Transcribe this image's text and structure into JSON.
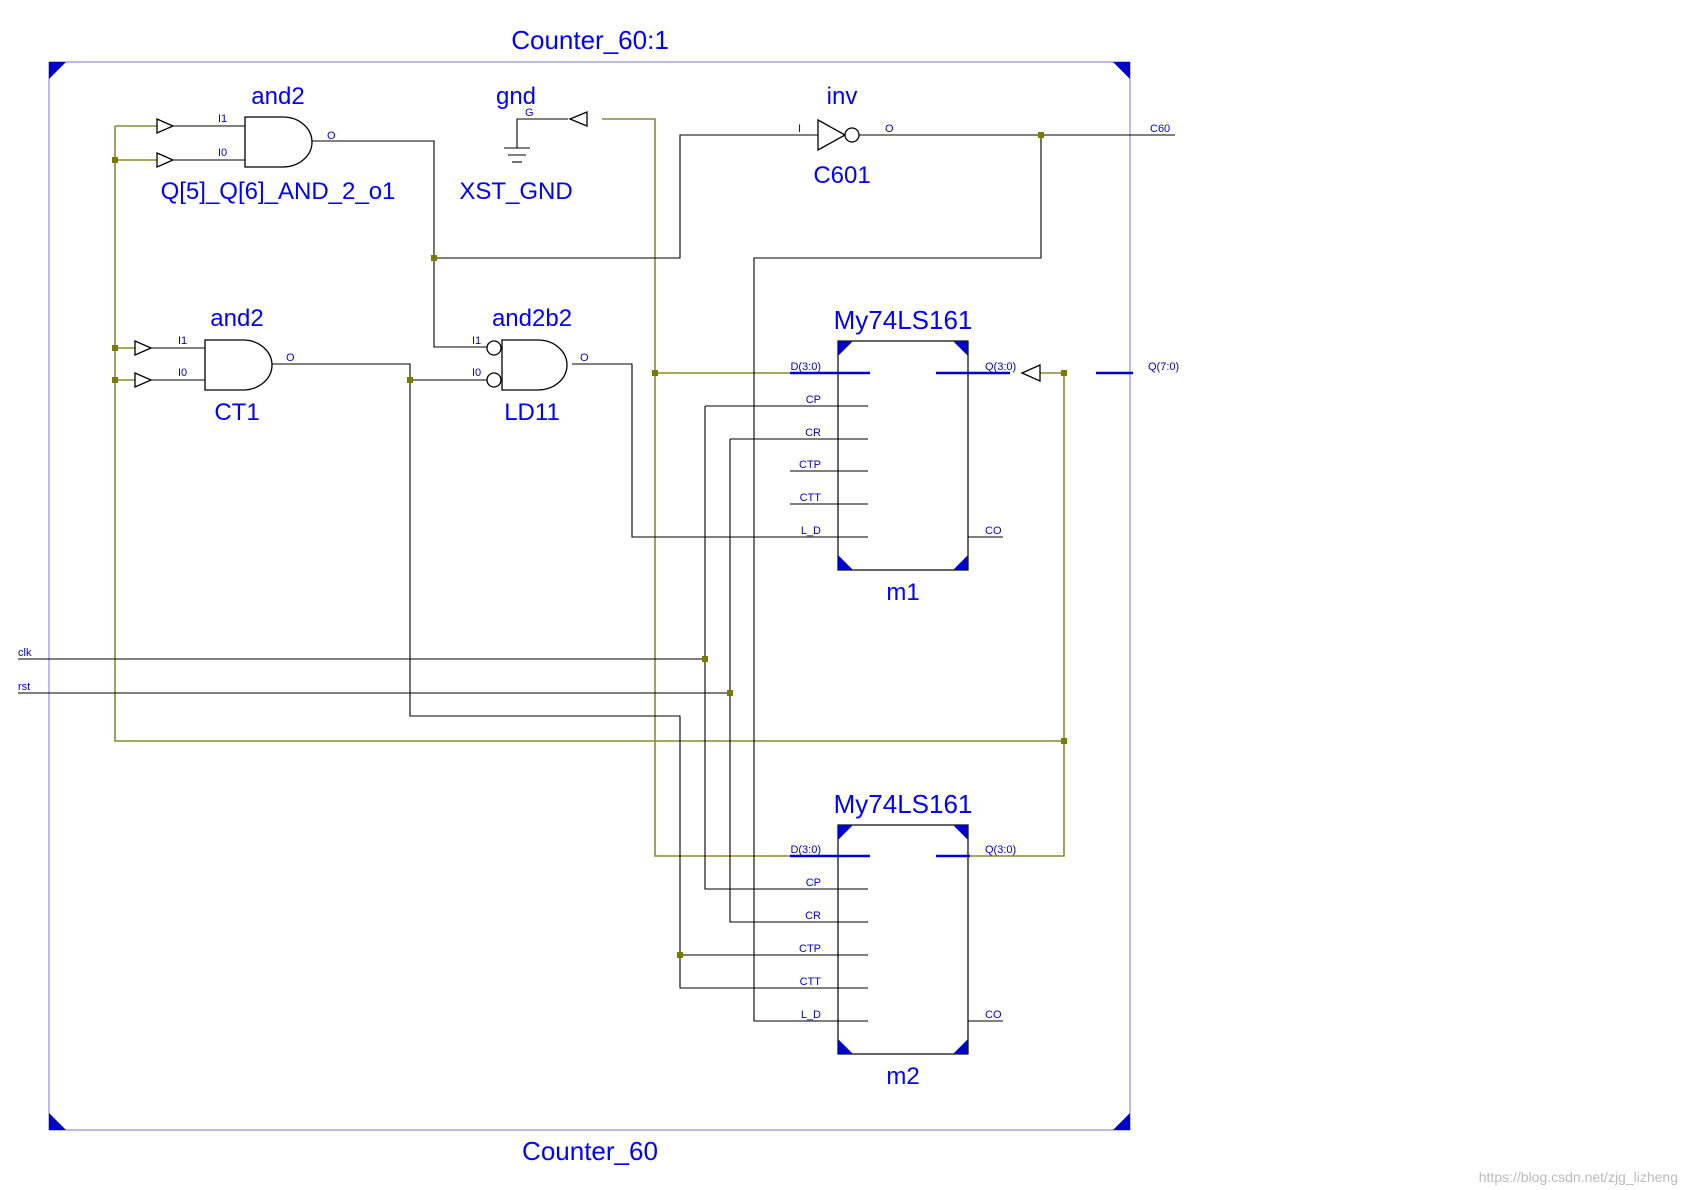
{
  "design": {
    "top_instance": "Counter_60:1",
    "top_module": "Counter_60"
  },
  "gates": {
    "and_q5q6": {
      "type": "and2",
      "name": "Q[5]_Q[6]_AND_2_o1",
      "pin_i1": "I1",
      "pin_i0": "I0",
      "pin_o": "O"
    },
    "gnd": {
      "type": "gnd",
      "name": "XST_GND",
      "pin_g": "G"
    },
    "inv": {
      "type": "inv",
      "name": "C601",
      "pin_i": "I",
      "pin_o": "O"
    },
    "and_ct1": {
      "type": "and2",
      "name": "CT1",
      "pin_i1": "I1",
      "pin_i0": "I0",
      "pin_o": "O"
    },
    "and_ld11": {
      "type": "and2b2",
      "name": "LD11",
      "pin_i1": "I1",
      "pin_i0": "I0",
      "pin_o": "O"
    }
  },
  "modules": {
    "m1": {
      "type": "My74LS161",
      "name": "m1"
    },
    "m2": {
      "type": "My74LS161",
      "name": "m2"
    },
    "pins": {
      "d": "D(3:0)",
      "cp": "CP",
      "cr": "CR",
      "ctp": "CTP",
      "ctt": "CTT",
      "ld": "L_D",
      "q": "Q(3:0)",
      "co": "CO"
    }
  },
  "ports": {
    "clk": "clk",
    "rst": "rst",
    "c60": "C60",
    "q": "Q(7:0)"
  },
  "watermark": "https://blog.csdn.net/zjg_lizheng"
}
